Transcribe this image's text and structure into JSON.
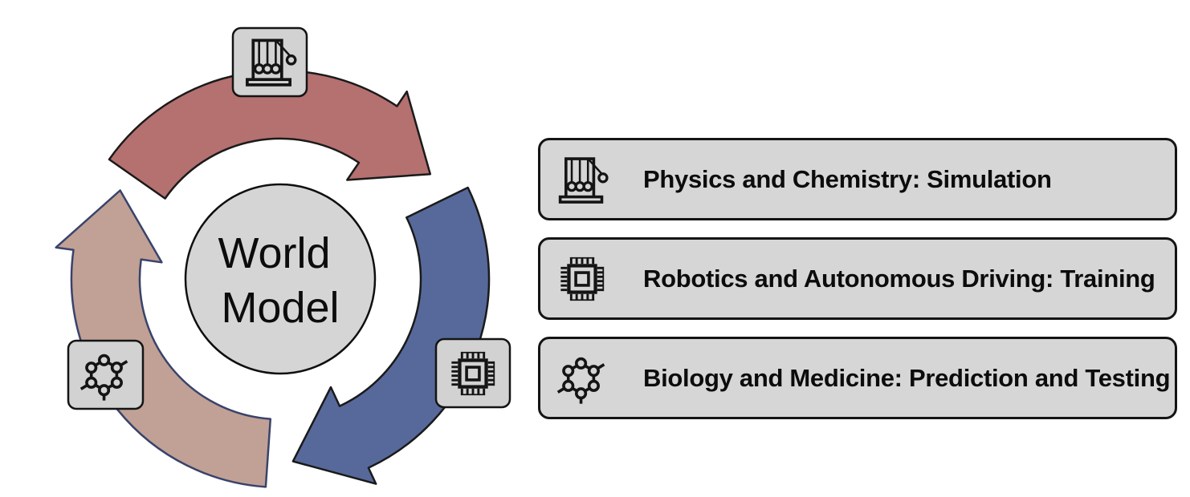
{
  "diagram": {
    "center": {
      "line1": "World",
      "line2": "Model",
      "fill": "#d5d5d5"
    },
    "arrows": [
      {
        "id": "physics-arrow",
        "color": "#b57070",
        "outline": "#1a1a1a"
      },
      {
        "id": "robotics-arrow",
        "color": "#56699a",
        "outline": "#1a1a1a"
      },
      {
        "id": "biology-arrow",
        "color": "#c1a195",
        "outline": "#39436b"
      }
    ],
    "icon_box_fill": "#d2d2d2",
    "icons": [
      "newtons-cradle-icon",
      "cpu-chip-icon",
      "molecule-icon"
    ]
  },
  "legend": {
    "box_fill": "#d6d6d6",
    "items": [
      {
        "icon": "newtons-cradle-icon",
        "label": "Physics and Chemistry: Simulation"
      },
      {
        "icon": "cpu-chip-icon",
        "label": "Robotics and Autonomous Driving: Training"
      },
      {
        "icon": "molecule-icon",
        "label": "Biology and Medicine: Prediction and Testing"
      }
    ]
  }
}
